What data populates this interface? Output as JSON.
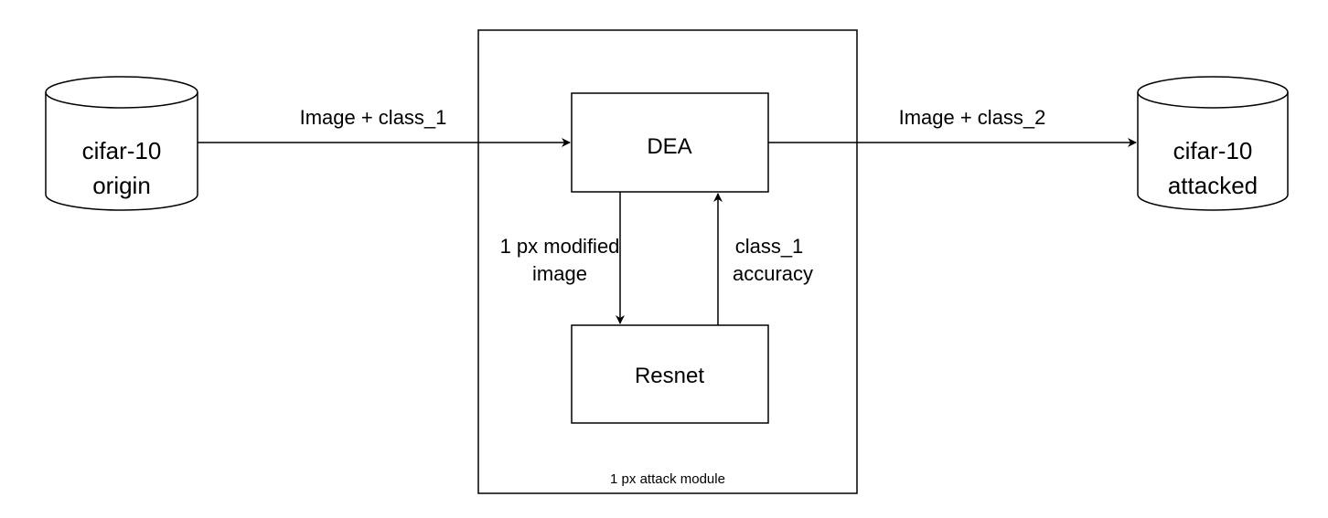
{
  "diagram": {
    "module_label": "1 px attack module",
    "nodes": {
      "source_db": {
        "line1": "cifar-10",
        "line2": "origin"
      },
      "target_db": {
        "line1": "cifar-10",
        "line2": "attacked"
      },
      "dea": {
        "label": "DEA"
      },
      "resnet": {
        "label": "Resnet"
      }
    },
    "edges": {
      "source_to_dea": {
        "label": "Image + class_1"
      },
      "dea_to_target": {
        "label": "Image + class_2"
      },
      "dea_to_resnet": {
        "line1": "1 px modified",
        "line2": "image"
      },
      "resnet_to_dea": {
        "line1": "class_1",
        "line2": "accuracy"
      }
    },
    "colors": {
      "stroke": "#000000",
      "fill": "#ffffff",
      "text": "#000000"
    }
  }
}
